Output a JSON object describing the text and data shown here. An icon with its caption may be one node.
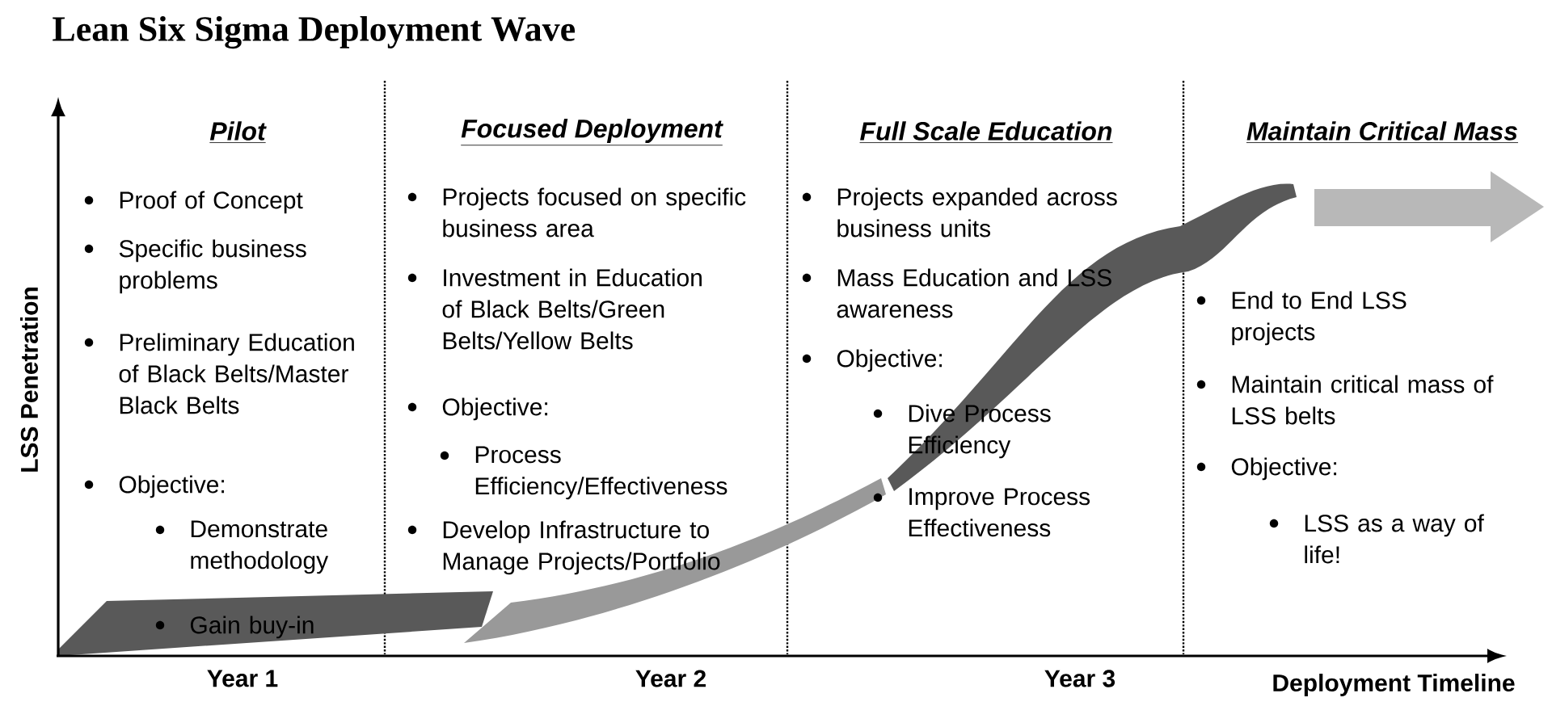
{
  "diagram": {
    "title": "Lean Six Sigma Deployment Wave",
    "labels": [
      "LSS Penetration",
      "Pilot",
      "Proof of Concept",
      "Specific business problems",
      "Preliminary Education of Black Belts/Master Black Belts",
      "Objective:",
      "Demonstrate methodology",
      "Gain buy-in",
      "Focused Deployment",
      "Projects focused on specific business area",
      "Investment in Education of Black Belts/Green Belts/Yellow Belts",
      "Objective:",
      "Process Efficiency/Effectiveness",
      "Develop Infrastructure to Manage Projects/Portfolio",
      "Full Scale Education",
      "Projects expanded across business units",
      "Mass Education and LSS awareness",
      "Objective:",
      "Dive Process Efficiency",
      "Improve Process Effectiveness",
      "Maintain Critical Mass",
      "End to End LSS projects",
      "Maintain critical mass of LSS belts",
      "Objective:",
      "LSS as a way of life!",
      "Year 1",
      "Year 2",
      "Year 3",
      "Deployment Timeline"
    ]
  }
}
